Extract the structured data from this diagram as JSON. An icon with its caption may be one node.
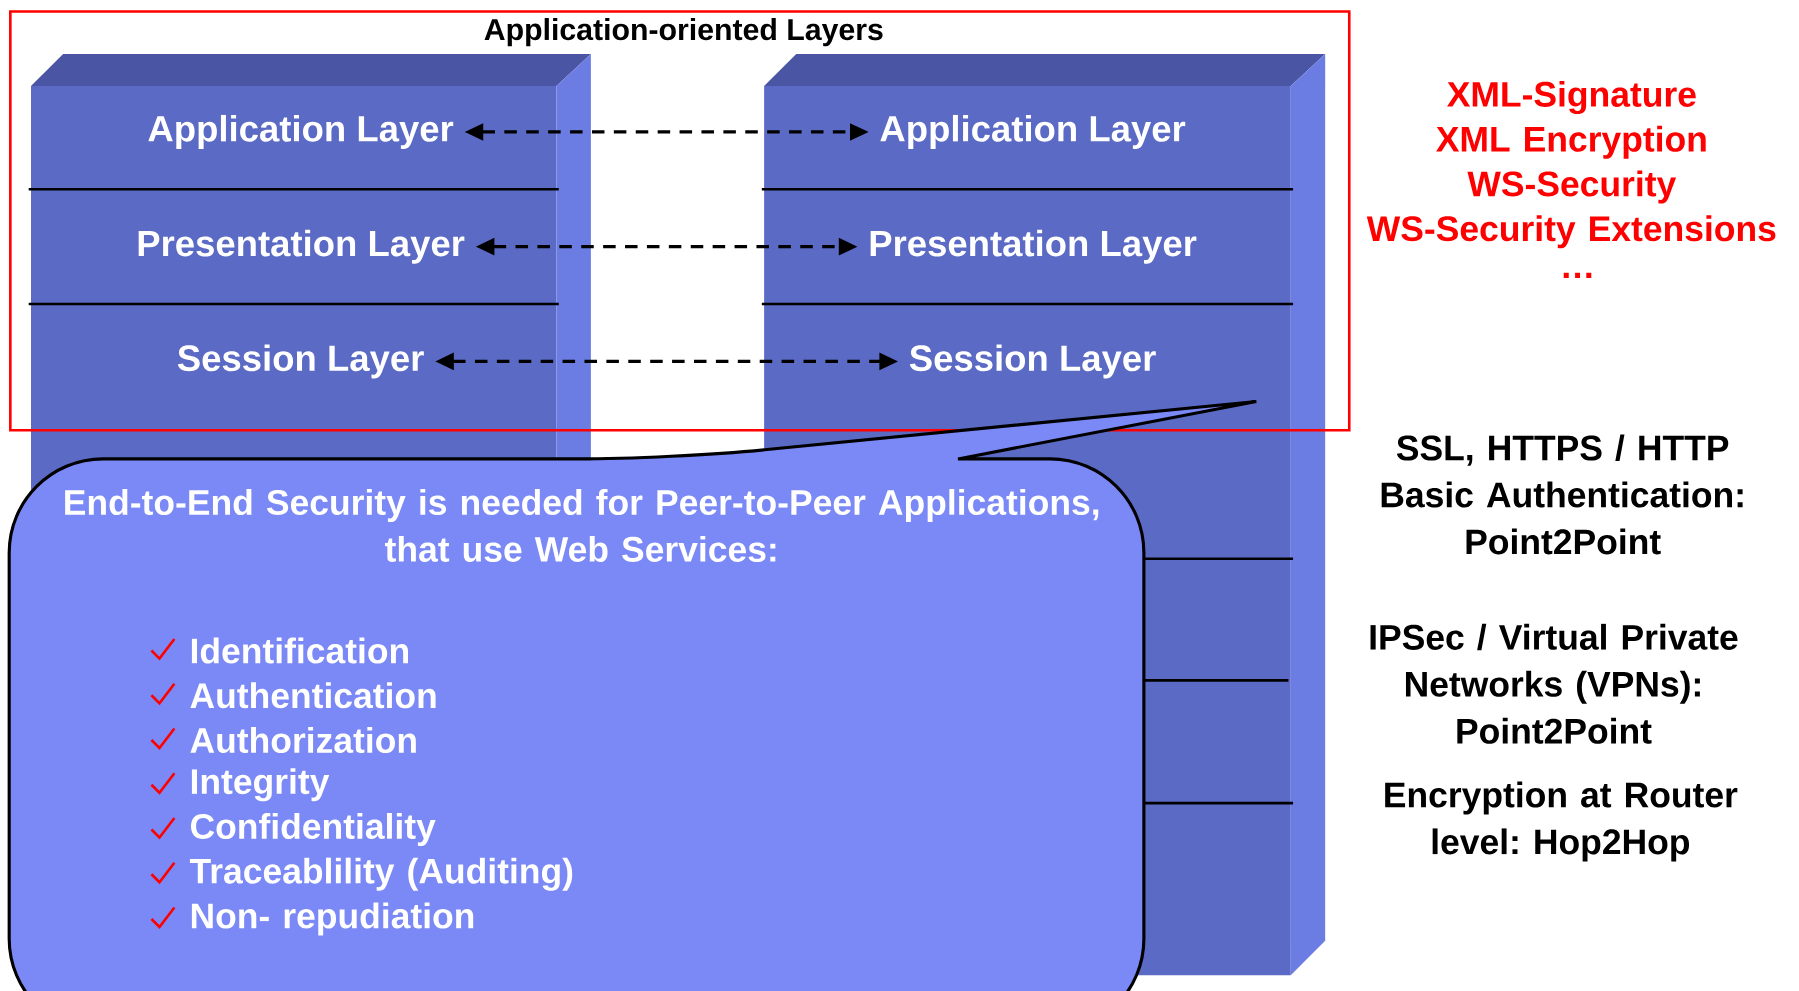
{
  "diagram": {
    "nodes": [
      {
        "text": [
          "Application-oriented Layers"
        ]
      },
      {
        "text": [
          "Application Layer"
        ],
        "in": 0
      },
      {
        "text": [
          "Application Layer"
        ],
        "in": 0
      },
      {
        "text": [
          "Presentation Layer"
        ],
        "in": 0
      },
      {
        "text": [
          "Presentation Layer"
        ],
        "in": 0
      },
      {
        "text": [
          "Session Layer"
        ],
        "in": 0
      },
      {
        "text": [
          "Session Layer"
        ],
        "in": 0
      },
      {
        "text": [
          "End-to-End Security is needed for Peer-to-Peer Applications, that use Web Services:",
          "Identification",
          "Authentication",
          "Authorization",
          "Integrity",
          "Confidentiality",
          "Traceablility (Auditing)",
          "Non- repudiation"
        ]
      }
    ],
    "edges": [
      {
        "from": 1,
        "to": 2,
        "arrow": "both",
        "style": "dashed"
      },
      {
        "from": 3,
        "to": 4,
        "arrow": "both",
        "style": "dashed"
      },
      {
        "from": 5,
        "to": 6,
        "arrow": "both",
        "style": "dashed"
      }
    ],
    "labels": [
      "XML-Signature",
      "XML Encryption",
      "WS-Security",
      "WS-Security Extensions",
      "…",
      "SSL, HTTPS / HTTP Basic Authentication: Point2Point",
      "IPSec / Virtual Private Networks (VPNs): Point2Point",
      "Encryption at Router level: Hop2Hop"
    ]
  }
}
